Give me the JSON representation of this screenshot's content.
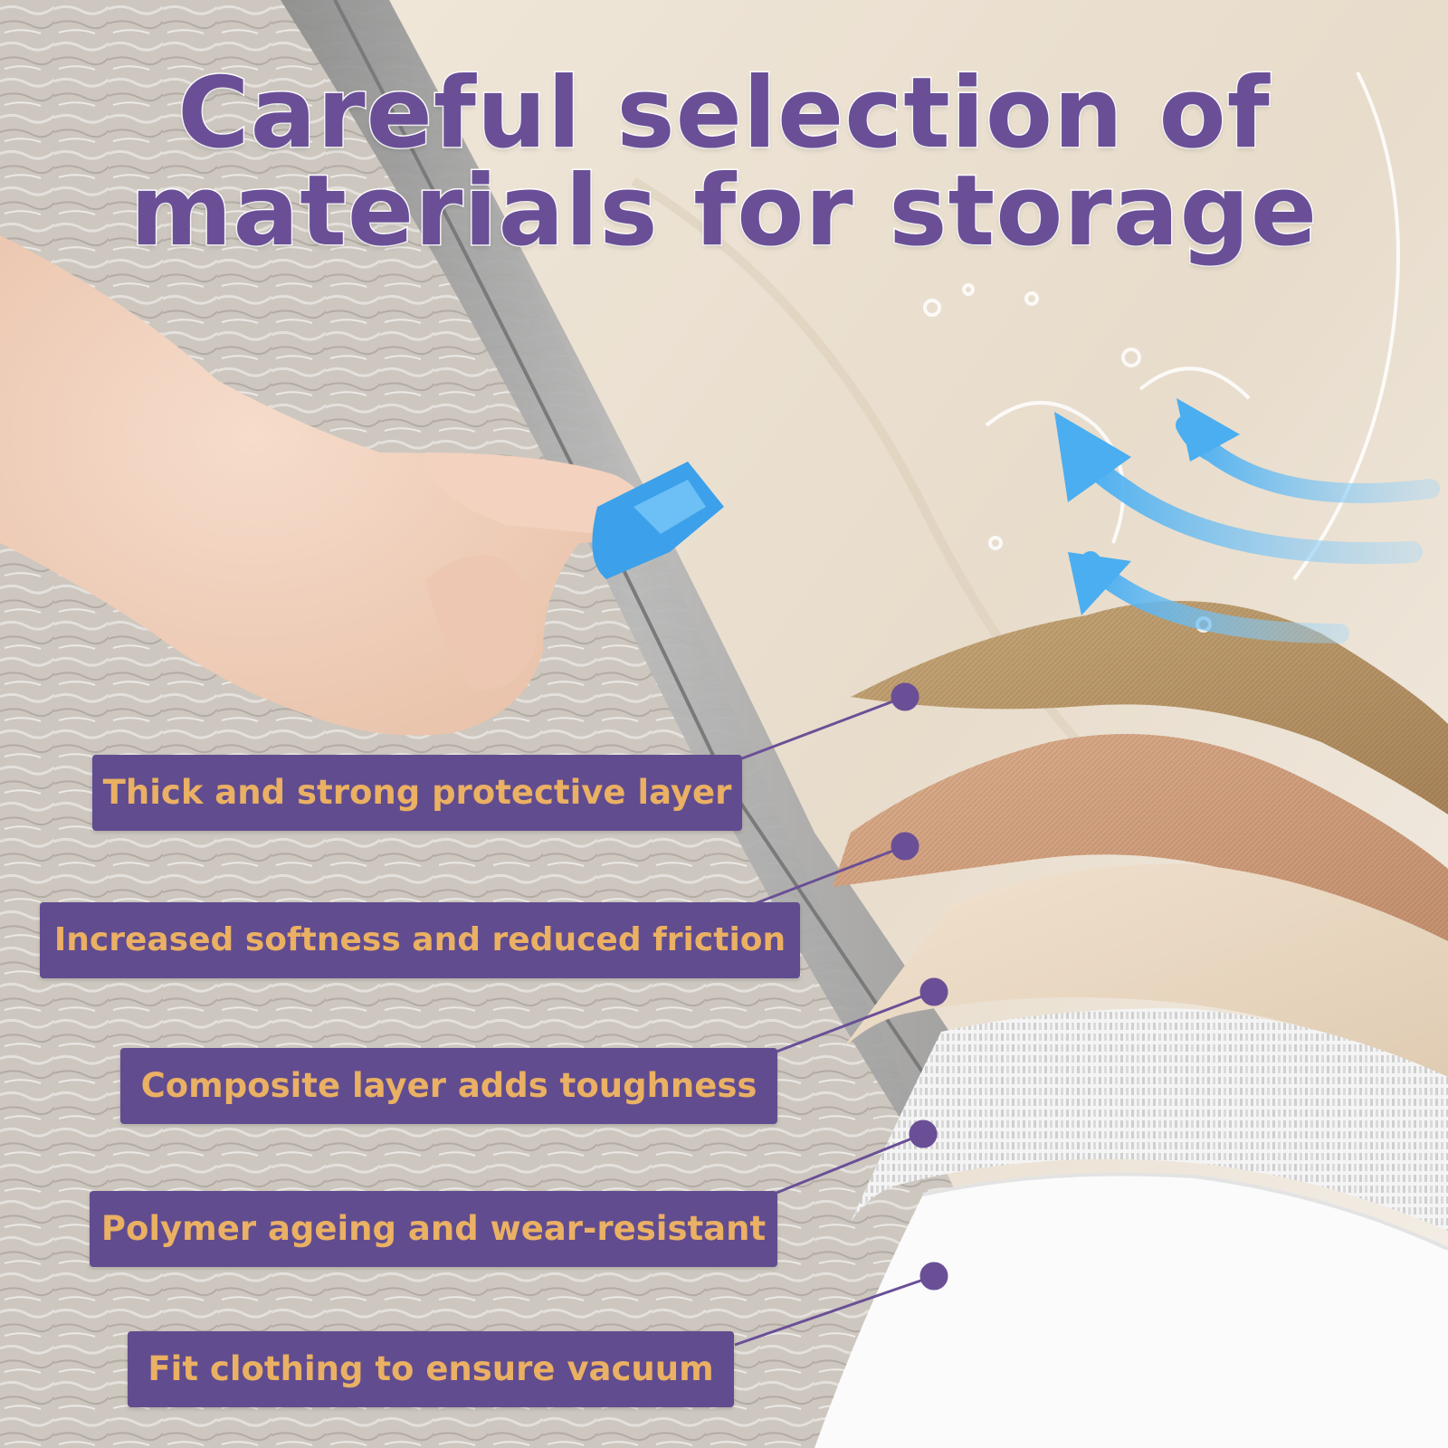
{
  "headline": {
    "line1": "Careful selection of",
    "line2": "materials for storage"
  },
  "layers": [
    {
      "label": "Thick and strong protective layer"
    },
    {
      "label": "Increased softness and reduced friction"
    },
    {
      "label": "Composite layer adds toughness"
    },
    {
      "label": "Polymer ageing and wear-resistant"
    },
    {
      "label": "Fit clothing to ensure vacuum"
    }
  ],
  "colors": {
    "headline": "#6a4f97",
    "label_background": "#614c8f",
    "label_text": "#eab063",
    "callout_line": "#6a4f97",
    "airflow_arrow": "#4aaef0",
    "zipper_slider": "#3da0ea"
  }
}
